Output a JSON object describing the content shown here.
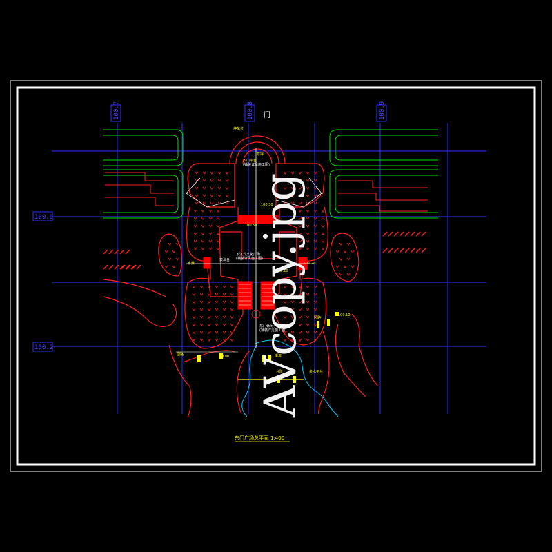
{
  "drawing": {
    "title": "东门广场总平面",
    "scale": "1:400",
    "watermark": "AVcopy.jpg",
    "north_mark": "门",
    "grid_labels": {
      "top": [
        "100.7",
        "100.8",
        "100.9"
      ],
      "left": [
        "100.6",
        "100.2"
      ]
    },
    "notes": {
      "entrance": "入口平台",
      "entrance_sub": "(铺装详见施工图)",
      "plaza": "下沉式文化广场",
      "plaza_sub": "(铺装详见施工图)",
      "stage": "表演台",
      "water": "水景",
      "parking": "停车位",
      "lawn": "草坪",
      "lower_plaza": "东门休闲小广场",
      "lower_plaza_sub": "(铺装详见施工图)",
      "stream": "溪流",
      "bridge": "亲水平台",
      "path": "园路",
      "path2": "园路",
      "steps": "台阶",
      "elev_a": "100.50",
      "elev_b": "100.70",
      "elev_c": "100.30",
      "elev_d": "100.20",
      "elev_e": "99.80",
      "elev_f": "100.10"
    }
  },
  "colors": {
    "background": "#000000",
    "frame": "#ffffff",
    "grid": "#3030ff",
    "boundary": "#ff2020",
    "parking": "#00e000",
    "water": "#00c8ff",
    "annotation": "#ffff00",
    "fill_red": "#ff0000"
  }
}
